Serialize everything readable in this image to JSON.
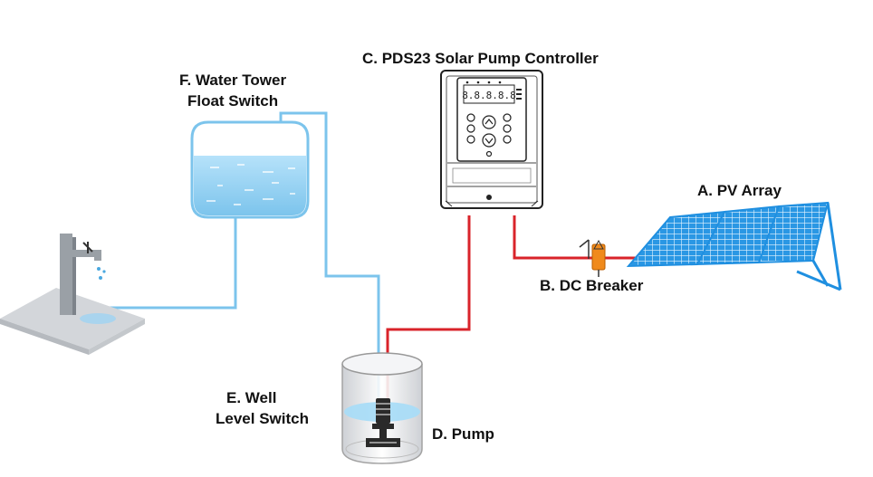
{
  "labels": {
    "controller": "C.  PDS23 Solar Pump Controller",
    "water_tower_line1": "F.  Water Tower",
    "water_tower_line2": "Float Switch",
    "pv_array": "A.  PV Array",
    "dc_breaker": "B.  DC Breaker",
    "well_line1": "E.  Well",
    "well_line2": "Level Switch",
    "pump": "D.  Pump"
  },
  "controller_display": "8.8.8.8.8",
  "colors": {
    "water_pipe": "#7cc4ec",
    "power_wire": "#d9232a",
    "panel_blue": "#1f8fe0",
    "water_fill": "#8dcff3",
    "controller_body": "#ffffff",
    "breaker": "#f08a1c",
    "faucet": "#9aa0a6"
  }
}
